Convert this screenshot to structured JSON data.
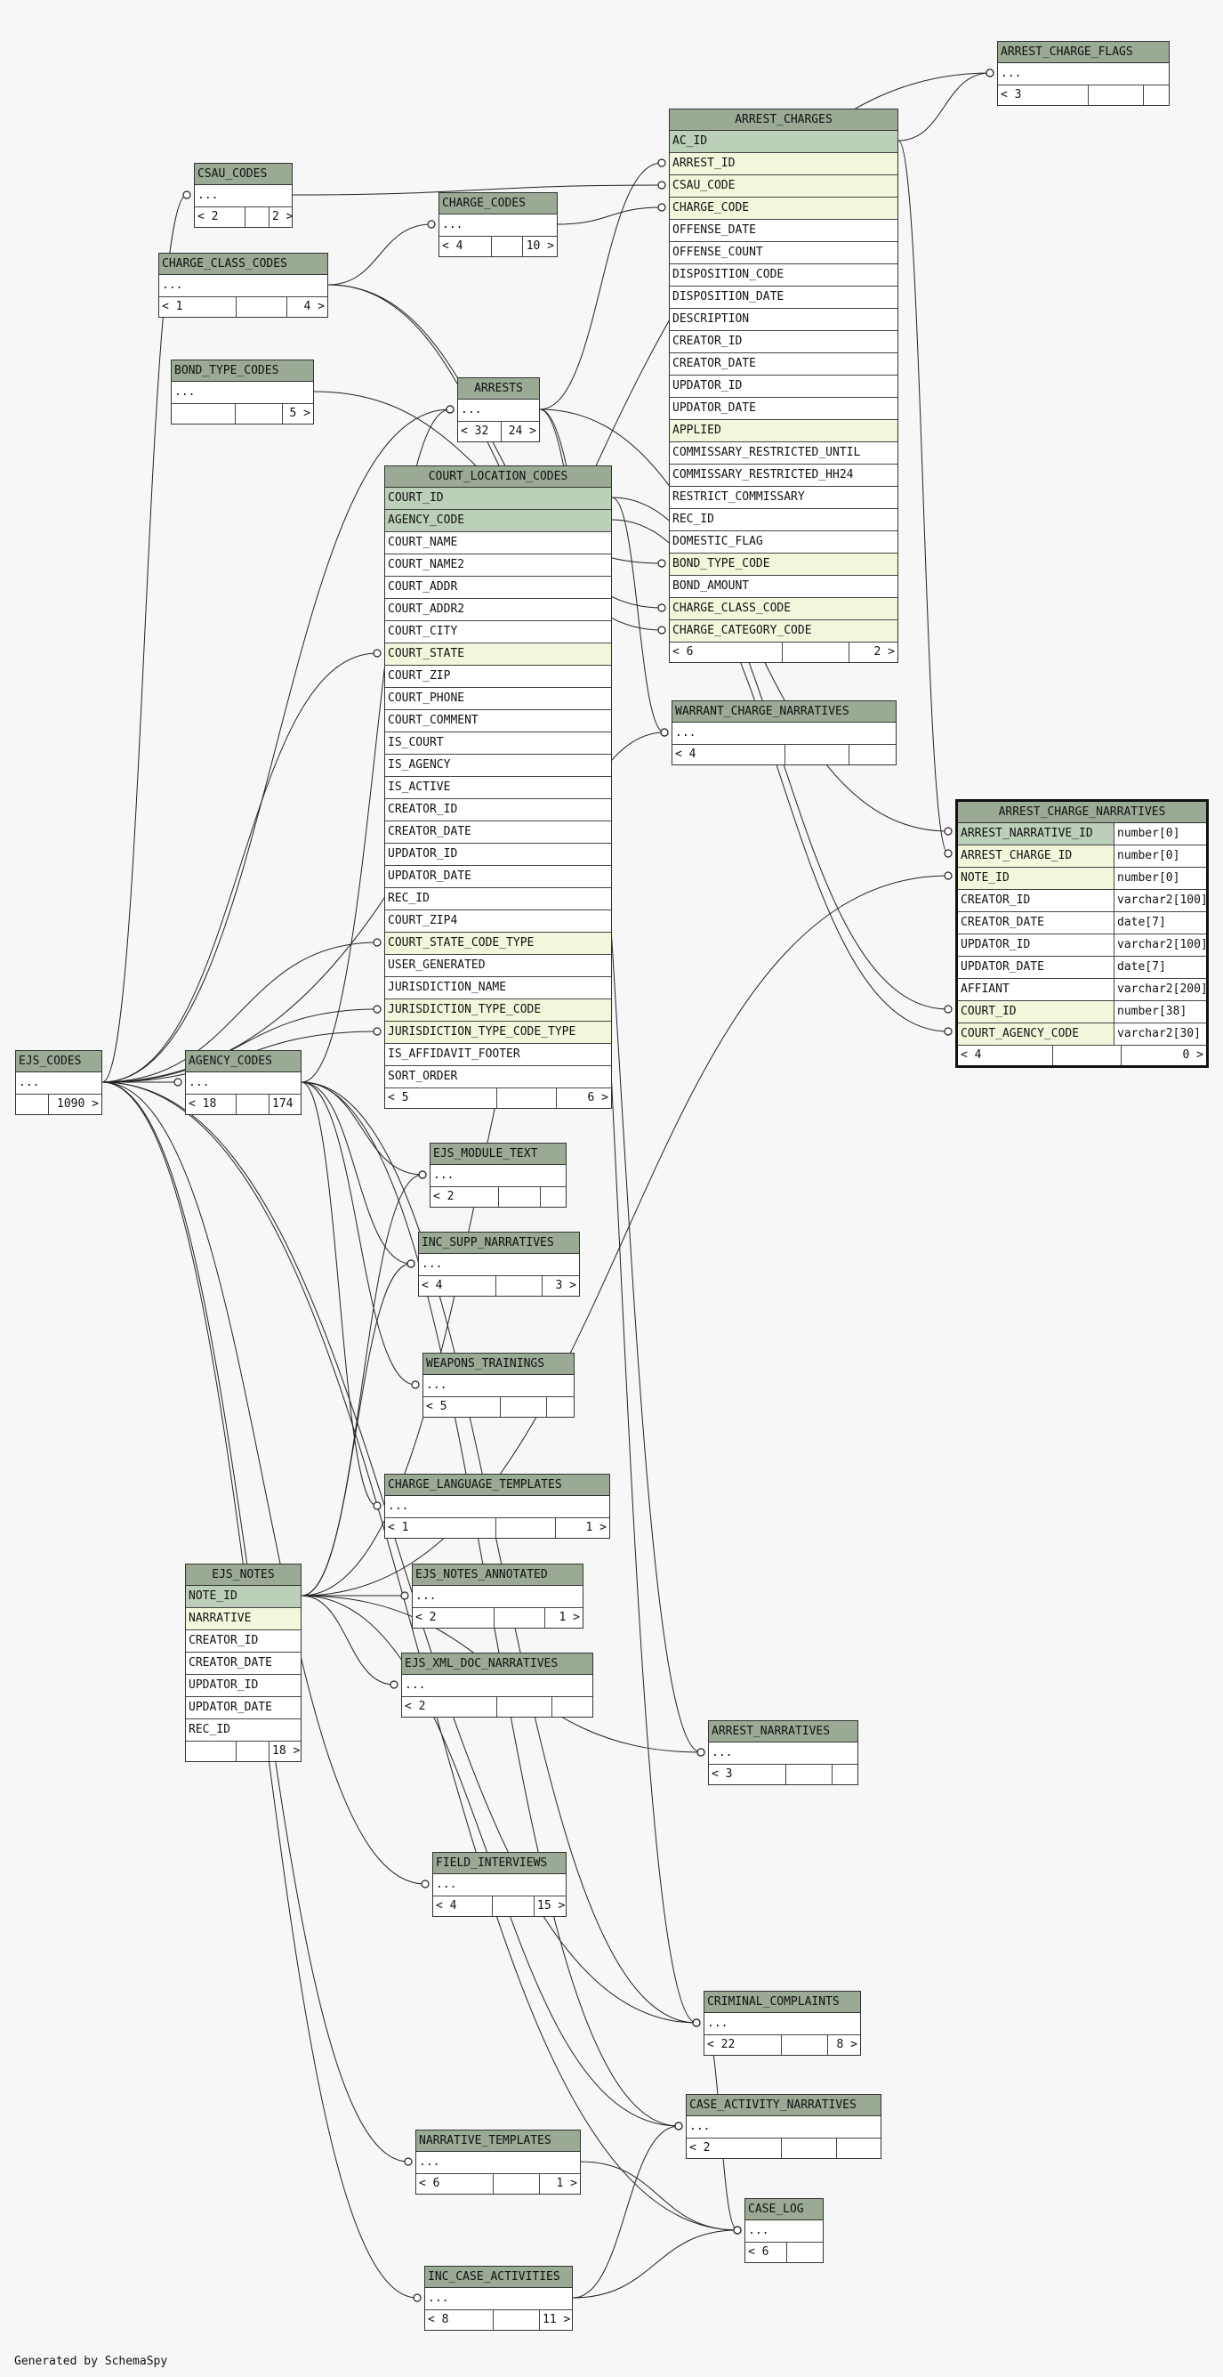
{
  "footer": "Generated by SchemaSpy",
  "tables": [
    {
      "id": "arrest_charge_flags",
      "name": "ARREST_CHARGE_FLAGS",
      "small": true,
      "rows": [
        {
          "n": "..."
        }
      ],
      "foot": [
        "< 3",
        "",
        ""
      ]
    },
    {
      "id": "arrest_charges",
      "name": "ARREST_CHARGES",
      "rows": [
        {
          "n": "AC_ID",
          "k": "pk"
        },
        {
          "n": "ARREST_ID",
          "k": "fk"
        },
        {
          "n": "CSAU_CODE",
          "k": "fk"
        },
        {
          "n": "CHARGE_CODE",
          "k": "fk"
        },
        {
          "n": "OFFENSE_DATE"
        },
        {
          "n": "OFFENSE_COUNT"
        },
        {
          "n": "DISPOSITION_CODE"
        },
        {
          "n": "DISPOSITION_DATE"
        },
        {
          "n": "DESCRIPTION"
        },
        {
          "n": "CREATOR_ID"
        },
        {
          "n": "CREATOR_DATE"
        },
        {
          "n": "UPDATOR_ID"
        },
        {
          "n": "UPDATOR_DATE"
        },
        {
          "n": "APPLIED",
          "k": "fk"
        },
        {
          "n": "COMMISSARY_RESTRICTED_UNTIL"
        },
        {
          "n": "COMMISSARY_RESTRICTED_HH24"
        },
        {
          "n": "RESTRICT_COMMISSARY"
        },
        {
          "n": "REC_ID"
        },
        {
          "n": "DOMESTIC_FLAG"
        },
        {
          "n": "BOND_TYPE_CODE",
          "k": "fk"
        },
        {
          "n": "BOND_AMOUNT"
        },
        {
          "n": "CHARGE_CLASS_CODE",
          "k": "fk"
        },
        {
          "n": "CHARGE_CATEGORY_CODE",
          "k": "fk"
        }
      ],
      "foot": [
        "< 6",
        "",
        "2 >"
      ]
    },
    {
      "id": "csau_codes",
      "name": "CSAU_CODES",
      "small": true,
      "rows": [
        {
          "n": "..."
        }
      ],
      "foot": [
        "< 2",
        "",
        "2 >"
      ]
    },
    {
      "id": "charge_codes",
      "name": "CHARGE_CODES",
      "small": true,
      "rows": [
        {
          "n": "..."
        }
      ],
      "foot": [
        "< 4",
        "",
        "10 >"
      ]
    },
    {
      "id": "charge_class_codes",
      "name": "CHARGE_CLASS_CODES",
      "small": true,
      "rows": [
        {
          "n": "..."
        }
      ],
      "foot": [
        "< 1",
        "",
        "4 >"
      ]
    },
    {
      "id": "bond_type_codes",
      "name": "BOND_TYPE_CODES",
      "small": true,
      "rows": [
        {
          "n": "..."
        }
      ],
      "foot": [
        "",
        "",
        "5 >"
      ]
    },
    {
      "id": "arrests",
      "name": "ARRESTS",
      "rows": [
        {
          "n": "..."
        }
      ],
      "foot": [
        "< 32",
        "24 >"
      ]
    },
    {
      "id": "court_location_codes",
      "name": "COURT_LOCATION_CODES",
      "rows": [
        {
          "n": "COURT_ID",
          "k": "pk"
        },
        {
          "n": "AGENCY_CODE",
          "k": "pk"
        },
        {
          "n": "COURT_NAME"
        },
        {
          "n": "COURT_NAME2"
        },
        {
          "n": "COURT_ADDR"
        },
        {
          "n": "COURT_ADDR2"
        },
        {
          "n": "COURT_CITY"
        },
        {
          "n": "COURT_STATE",
          "k": "fk"
        },
        {
          "n": "COURT_ZIP"
        },
        {
          "n": "COURT_PHONE"
        },
        {
          "n": "COURT_COMMENT"
        },
        {
          "n": "IS_COURT"
        },
        {
          "n": "IS_AGENCY"
        },
        {
          "n": "IS_ACTIVE"
        },
        {
          "n": "CREATOR_ID"
        },
        {
          "n": "CREATOR_DATE"
        },
        {
          "n": "UPDATOR_ID"
        },
        {
          "n": "UPDATOR_DATE"
        },
        {
          "n": "REC_ID"
        },
        {
          "n": "COURT_ZIP4"
        },
        {
          "n": "COURT_STATE_CODE_TYPE",
          "k": "fk"
        },
        {
          "n": "USER_GENERATED"
        },
        {
          "n": "JURISDICTION_NAME"
        },
        {
          "n": "JURISDICTION_TYPE_CODE",
          "k": "fk"
        },
        {
          "n": "JURISDICTION_TYPE_CODE_TYPE",
          "k": "fk"
        },
        {
          "n": "IS_AFFIDAVIT_FOOTER"
        },
        {
          "n": "SORT_ORDER"
        }
      ],
      "foot": [
        "< 5",
        "",
        "6 >"
      ]
    },
    {
      "id": "warrant_charge_narratives",
      "name": "WARRANT_CHARGE_NARRATIVES",
      "small": true,
      "rows": [
        {
          "n": "..."
        }
      ],
      "foot": [
        "< 4",
        "",
        ""
      ]
    },
    {
      "id": "arrest_charge_narratives",
      "name": "ARREST_CHARGE_NARRATIVES",
      "focus": true,
      "rows": [
        {
          "n": "ARREST_NARRATIVE_ID",
          "t": "number[0]",
          "k": "pk"
        },
        {
          "n": "ARREST_CHARGE_ID",
          "t": "number[0]",
          "k": "fk"
        },
        {
          "n": "NOTE_ID",
          "t": "number[0]",
          "k": "fk"
        },
        {
          "n": "CREATOR_ID",
          "t": "varchar2[100]"
        },
        {
          "n": "CREATOR_DATE",
          "t": "date[7]"
        },
        {
          "n": "UPDATOR_ID",
          "t": "varchar2[100]"
        },
        {
          "n": "UPDATOR_DATE",
          "t": "date[7]"
        },
        {
          "n": "AFFIANT",
          "t": "varchar2[200]"
        },
        {
          "n": "COURT_ID",
          "t": "number[38]",
          "k": "fk"
        },
        {
          "n": "COURT_AGENCY_CODE",
          "t": "varchar2[30]",
          "k": "fk"
        }
      ],
      "foot": [
        "< 4",
        "",
        "0 >"
      ]
    },
    {
      "id": "ejs_codes",
      "name": "EJS_CODES",
      "small": true,
      "rows": [
        {
          "n": "..."
        }
      ],
      "foot": [
        "",
        "1090 >"
      ]
    },
    {
      "id": "agency_codes",
      "name": "AGENCY_CODES",
      "small": true,
      "rows": [
        {
          "n": "..."
        }
      ],
      "foot": [
        "< 18",
        "",
        "174 >"
      ]
    },
    {
      "id": "ejs_module_text",
      "name": "EJS_MODULE_TEXT",
      "small": true,
      "rows": [
        {
          "n": "..."
        }
      ],
      "foot": [
        "< 2",
        "",
        ""
      ]
    },
    {
      "id": "inc_supp_narratives",
      "name": "INC_SUPP_NARRATIVES",
      "small": true,
      "rows": [
        {
          "n": "..."
        }
      ],
      "foot": [
        "< 4",
        "",
        "3 >"
      ]
    },
    {
      "id": "weapons_trainings",
      "name": "WEAPONS_TRAININGS",
      "small": true,
      "rows": [
        {
          "n": "..."
        }
      ],
      "foot": [
        "< 5",
        "",
        ""
      ]
    },
    {
      "id": "charge_language_templates",
      "name": "CHARGE_LANGUAGE_TEMPLATES",
      "small": true,
      "rows": [
        {
          "n": "..."
        }
      ],
      "foot": [
        "< 1",
        "",
        "1 >"
      ]
    },
    {
      "id": "ejs_notes",
      "name": "EJS_NOTES",
      "rows": [
        {
          "n": "NOTE_ID",
          "k": "pk"
        },
        {
          "n": "NARRATIVE",
          "k": "fk"
        },
        {
          "n": "CREATOR_ID"
        },
        {
          "n": "CREATOR_DATE"
        },
        {
          "n": "UPDATOR_ID"
        },
        {
          "n": "UPDATOR_DATE"
        },
        {
          "n": "REC_ID"
        }
      ],
      "foot": [
        "",
        "",
        "18 >"
      ]
    },
    {
      "id": "ejs_notes_annotated",
      "name": "EJS_NOTES_ANNOTATED",
      "small": true,
      "rows": [
        {
          "n": "..."
        }
      ],
      "foot": [
        "< 2",
        "",
        "1 >"
      ]
    },
    {
      "id": "ejs_xml_doc_narratives",
      "name": "EJS_XML_DOC_NARRATIVES",
      "small": true,
      "rows": [
        {
          "n": "..."
        }
      ],
      "foot": [
        "< 2",
        "",
        ""
      ]
    },
    {
      "id": "arrest_narratives",
      "name": "ARREST_NARRATIVES",
      "small": true,
      "rows": [
        {
          "n": "..."
        }
      ],
      "foot": [
        "< 3",
        "",
        ""
      ]
    },
    {
      "id": "field_interviews",
      "name": "FIELD_INTERVIEWS",
      "small": true,
      "rows": [
        {
          "n": "..."
        }
      ],
      "foot": [
        "< 4",
        "",
        "15 >"
      ]
    },
    {
      "id": "criminal_complaints",
      "name": "CRIMINAL_COMPLAINTS",
      "small": true,
      "rows": [
        {
          "n": "..."
        }
      ],
      "foot": [
        "< 22",
        "",
        "8 >"
      ]
    },
    {
      "id": "case_activity_narratives",
      "name": "CASE_ACTIVITY_NARRATIVES",
      "small": true,
      "rows": [
        {
          "n": "..."
        }
      ],
      "foot": [
        "< 2",
        "",
        ""
      ]
    },
    {
      "id": "narrative_templates",
      "name": "NARRATIVE_TEMPLATES",
      "small": true,
      "rows": [
        {
          "n": "..."
        }
      ],
      "foot": [
        "< 6",
        "",
        "1 >"
      ]
    },
    {
      "id": "case_log",
      "name": "CASE_LOG",
      "small": true,
      "rows": [
        {
          "n": "..."
        }
      ],
      "foot": [
        "< 6",
        ""
      ]
    },
    {
      "id": "inc_case_activities",
      "name": "INC_CASE_ACTIVITIES",
      "small": true,
      "rows": [
        {
          "n": "..."
        }
      ],
      "foot": [
        "< 8",
        "",
        "11 >"
      ]
    }
  ]
}
